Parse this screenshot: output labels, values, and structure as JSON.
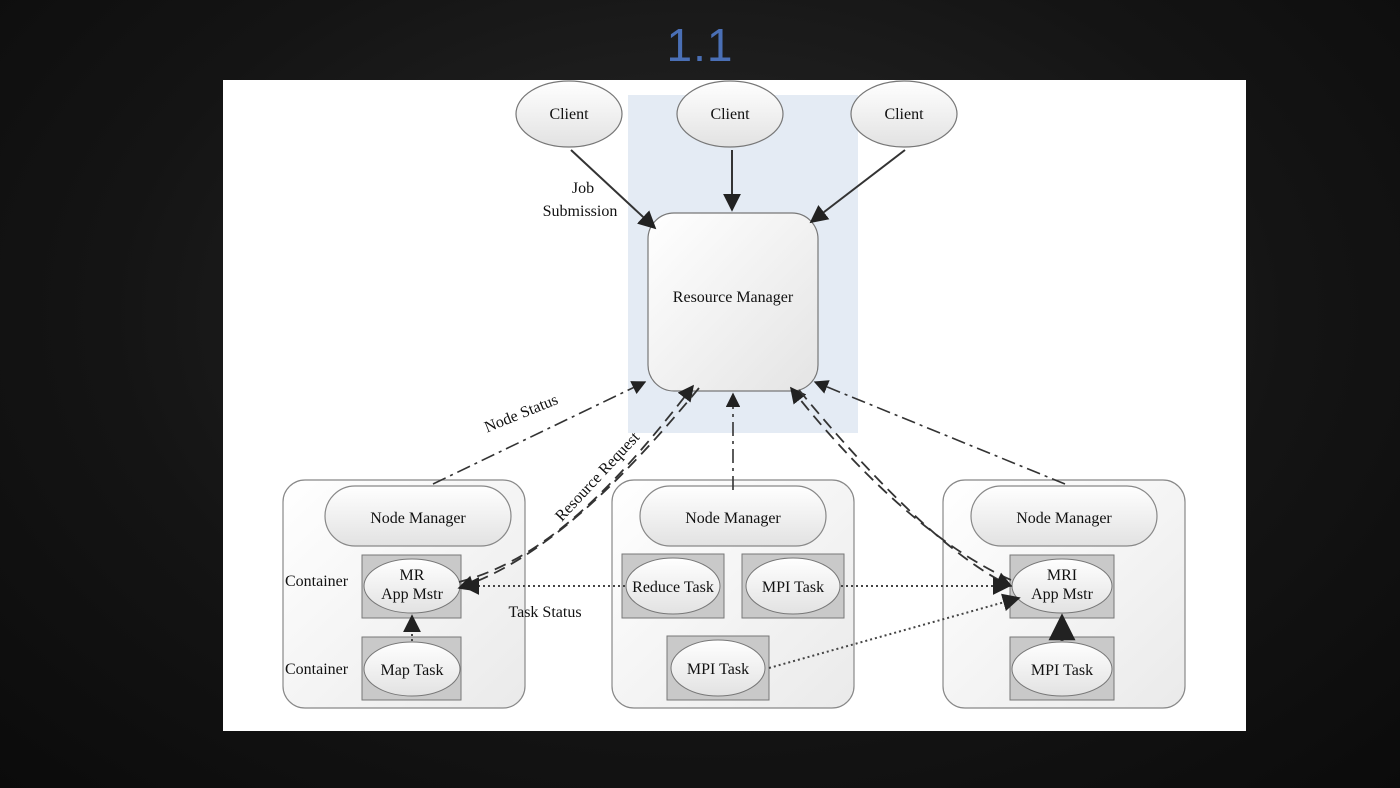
{
  "slide": {
    "title": "1.1"
  },
  "diagram": {
    "clients": [
      "Client",
      "Client",
      "Client"
    ],
    "resource_manager": "Resource Manager",
    "job_submission": [
      "Job",
      "Submission"
    ],
    "node_status": "Node Status",
    "resource_request": "Resource Request",
    "task_status": "Task Status",
    "nodes": [
      {
        "manager": "Node Manager",
        "container_labels": [
          "Container",
          "Container"
        ],
        "app_master": [
          "MR",
          "App Mstr"
        ],
        "task": "Map Task"
      },
      {
        "manager": "Node Manager",
        "tasks": [
          "Reduce Task",
          "MPI Task",
          "MPI Task"
        ]
      },
      {
        "manager": "Node Manager",
        "app_master": [
          "MRI",
          "App Mstr"
        ],
        "task": "MPI Task"
      }
    ]
  }
}
